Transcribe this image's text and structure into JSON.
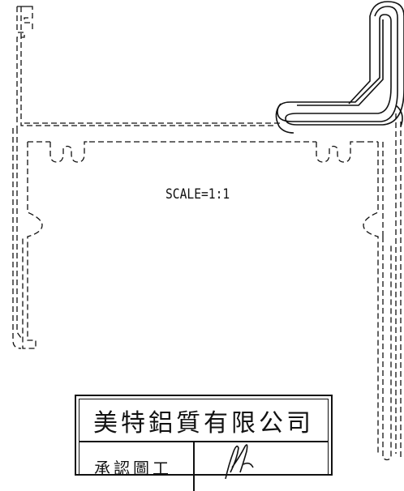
{
  "drawing": {
    "scale_text": "SCALE=1:1",
    "line_color": "#111111"
  },
  "title_block": {
    "company": "美特鋁質有限公司",
    "left_cell_text": "承認圖工"
  }
}
